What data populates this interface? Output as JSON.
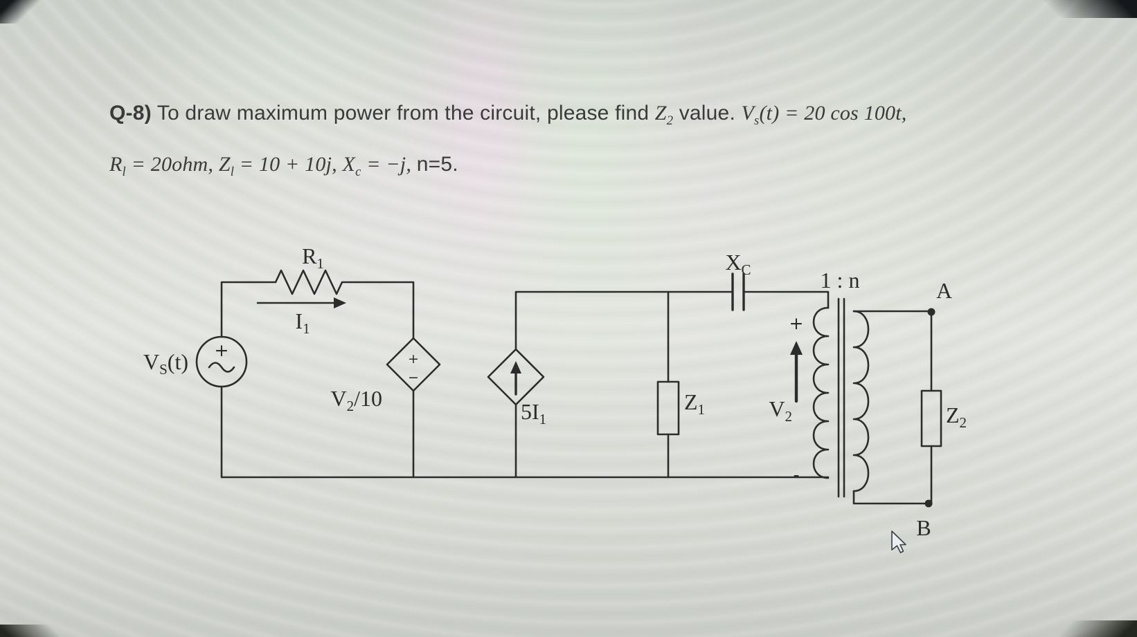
{
  "problem": {
    "q_label": "Q-8)",
    "line1_a": " To draw maximum power from the circuit, please find ",
    "z2_base": "Z",
    "z2_sub": "2",
    "line1_b": " value. ",
    "vs_base": "V",
    "vs_sub": "s",
    "line1_c": "(t) = 20 cos 100t,",
    "rl_base": "R",
    "rl_sub": "l",
    "line2_a": " = 20ohm, ",
    "zl_base": "Z",
    "zl_sub": "l",
    "line2_b": " = 10 + 10j, ",
    "xc_base": "X",
    "xc_sub": "c",
    "line2_c": " = −j, ",
    "line2_d": "n=5."
  },
  "circuit": {
    "source_base": "V",
    "source_sub": "S",
    "source_rest": "(t)",
    "source_plus": "+",
    "r1_base": "R",
    "r1_sub": "1",
    "i1_base": "I",
    "i1_sub": "1",
    "depv_base": "V",
    "depv_sub": "2",
    "depv_rest": "/10",
    "depv_plus": "+",
    "depv_minus": "−",
    "depi_base": "5I",
    "depi_sub": "1",
    "z1_base": "Z",
    "z1_sub": "1",
    "cap_base": "X",
    "cap_sub": "C",
    "v2_plus": "+",
    "v2_base": "V",
    "v2_sub": "2",
    "v2_minus": "-",
    "ratio": "1 : n",
    "terminal_a": "A",
    "terminal_b": "B",
    "z2_base": "Z",
    "z2_sub": "2"
  }
}
